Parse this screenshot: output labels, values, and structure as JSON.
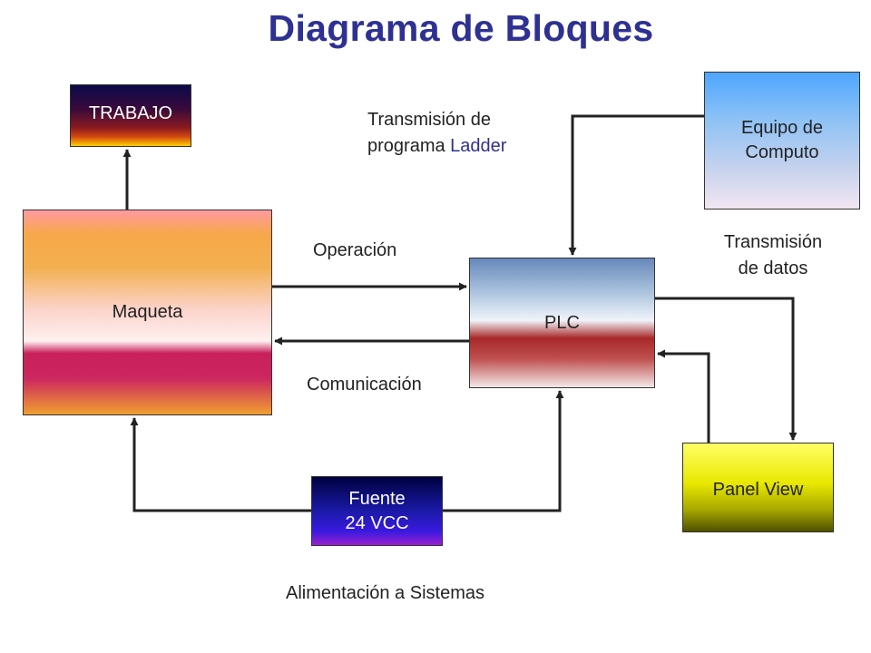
{
  "title": "Diagrama de Bloques",
  "blocks": {
    "trabajo": "TRABAJO",
    "equipo_line1": "Equipo de",
    "equipo_line2": "Computo",
    "maqueta": "Maqueta",
    "plc": "PLC",
    "fuente_line1": "Fuente",
    "fuente_line2": "24 VCC",
    "panel": "Panel View"
  },
  "labels": {
    "transmision_programa_line1": "Transmisión de",
    "transmision_programa_line2_prefix": "programa ",
    "transmision_programa_line2_accent": "Ladder",
    "operacion": "Operación",
    "comunicacion": "Comunicación",
    "transmision_datos_line1": "Transmisión",
    "transmision_datos_line2": "de datos",
    "alimentacion": "Alimentación a Sistemas"
  },
  "colors": {
    "title": "#2e3192",
    "wire": "#222222",
    "ladder_accent": "#2e3192"
  }
}
